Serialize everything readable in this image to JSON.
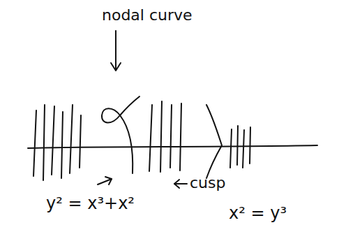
{
  "diagram": {
    "labels": [
      "nodal curve",
      "y² = x³+x²",
      "cusp",
      "x² = y³"
    ]
  }
}
